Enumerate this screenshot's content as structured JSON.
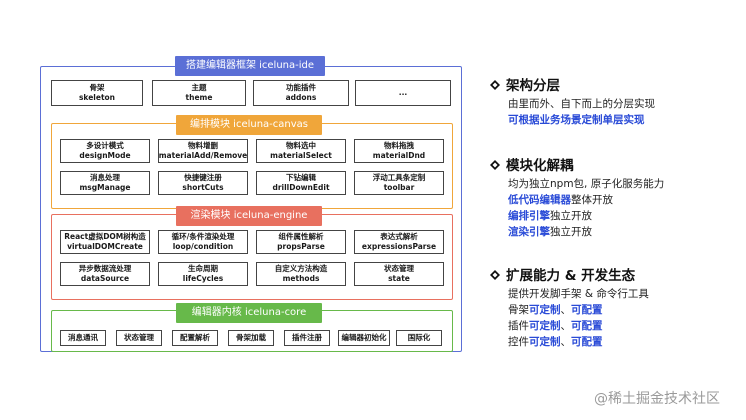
{
  "ide": {
    "title": "搭建编辑器框架 iceluna-ide",
    "items": [
      {
        "cn": "骨架",
        "en": "skeleton"
      },
      {
        "cn": "主题",
        "en": "theme"
      },
      {
        "cn": "功能插件",
        "en": "addons"
      },
      {
        "cn": "...",
        "en": ""
      }
    ]
  },
  "canvas": {
    "title": "编排模块 iceluna-canvas",
    "items": [
      {
        "cn": "多设计模式",
        "en": "designMode"
      },
      {
        "cn": "物料增删",
        "en": "materialAdd/Remove"
      },
      {
        "cn": "物料选中",
        "en": "materialSelect"
      },
      {
        "cn": "物料拖拽",
        "en": "materialDnd"
      },
      {
        "cn": "消息处理",
        "en": "msgManage"
      },
      {
        "cn": "快捷键注册",
        "en": "shortCuts"
      },
      {
        "cn": "下钻编辑",
        "en": "drillDownEdit"
      },
      {
        "cn": "浮动工具条定制",
        "en": "toolbar"
      }
    ]
  },
  "engine": {
    "title": "渲染模块 iceluna-engine",
    "items": [
      {
        "cn": "React虚拟DOM树构造",
        "en": "virtualDOMCreate"
      },
      {
        "cn": "循环/条件渲染处理",
        "en": "loop/condition"
      },
      {
        "cn": "组件属性解析",
        "en": "propsParse"
      },
      {
        "cn": "表达式解析",
        "en": "expressionsParse"
      },
      {
        "cn": "异步数据流处理",
        "en": "dataSource"
      },
      {
        "cn": "生命周期",
        "en": "lifeCycles"
      },
      {
        "cn": "自定义方法构造",
        "en": "methods"
      },
      {
        "cn": "状态管理",
        "en": "state"
      }
    ]
  },
  "core": {
    "title": "编辑器内核 iceluna-core",
    "items": [
      "消息通讯",
      "状态管理",
      "配置解析",
      "骨架加载",
      "插件注册",
      "编辑器初始化",
      "国际化"
    ]
  },
  "sections": [
    {
      "title": "架构分层",
      "lines": [
        [
          {
            "t": "由里而外、自下而上的分层实现",
            "h": false
          }
        ],
        [
          {
            "t": "可根据业务场景定制单层实现",
            "h": true
          }
        ]
      ]
    },
    {
      "title": "模块化解耦",
      "lines": [
        [
          {
            "t": "均为独立npm包, 原子化服务能力",
            "h": false
          }
        ],
        [
          {
            "t": "低代码编辑器",
            "h": true
          },
          {
            "t": "整体开放",
            "h": false
          }
        ],
        [
          {
            "t": "编排引擎",
            "h": true
          },
          {
            "t": "独立开放",
            "h": false
          }
        ],
        [
          {
            "t": "渲染引擎",
            "h": true
          },
          {
            "t": "独立开放",
            "h": false
          }
        ]
      ]
    },
    {
      "title": "扩展能力 & 开发生态",
      "lines": [
        [
          {
            "t": "提供开发脚手架 & 命令行工具",
            "h": false
          }
        ],
        [
          {
            "t": "骨架",
            "h": false
          },
          {
            "t": "可定制",
            "h": true
          },
          {
            "t": "、",
            "h": false
          },
          {
            "t": "可配置",
            "h": true
          }
        ],
        [
          {
            "t": "插件",
            "h": false
          },
          {
            "t": "可定制",
            "h": true
          },
          {
            "t": "、",
            "h": false
          },
          {
            "t": "可配置",
            "h": true
          }
        ],
        [
          {
            "t": "控件",
            "h": false
          },
          {
            "t": "可定制",
            "h": true
          },
          {
            "t": "、",
            "h": false
          },
          {
            "t": "可配置",
            "h": true
          }
        ]
      ]
    }
  ],
  "watermark": "@稀土掘金技术社区",
  "colors": {
    "ide": "#5b6fd6",
    "canvas": "#f0a63a",
    "engine": "#e8705f",
    "core": "#67b94a",
    "highlight": "#2a4bd7"
  },
  "icons": {
    "bullet": "diamond-bullet-icon"
  }
}
